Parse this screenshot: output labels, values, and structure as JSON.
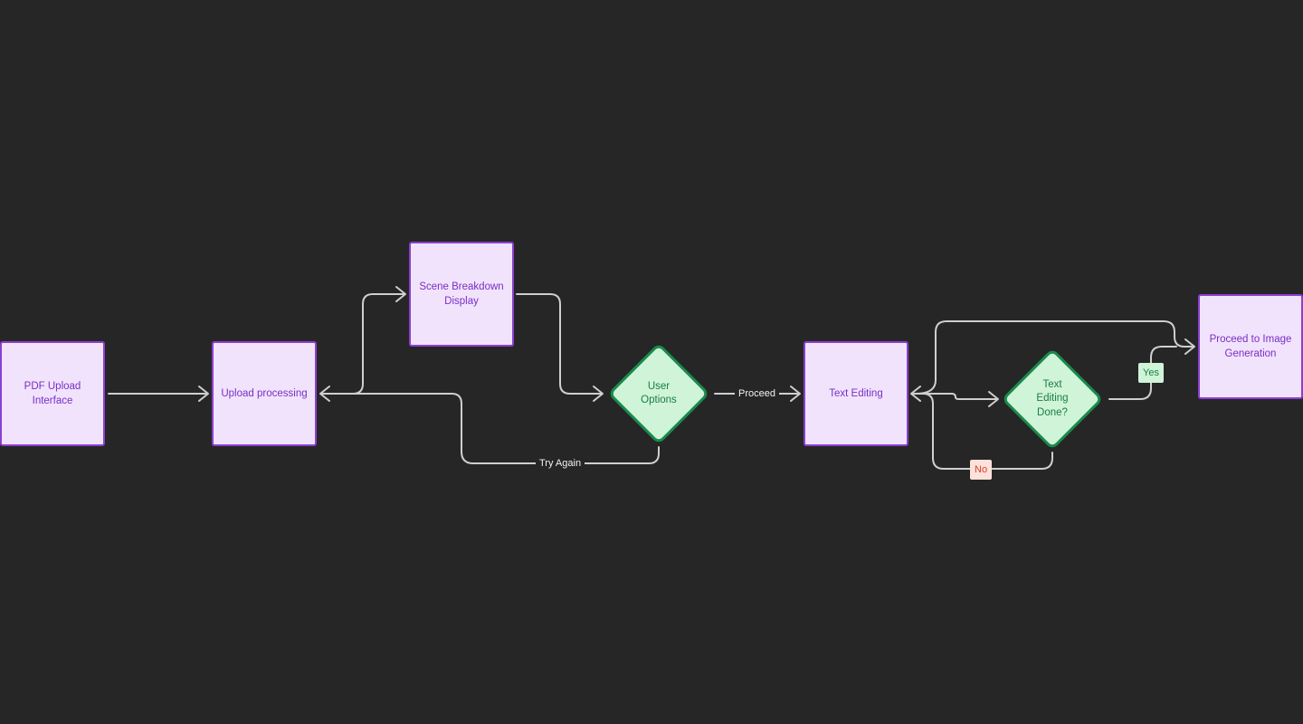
{
  "diagram": {
    "nodes": {
      "pdf_upload": {
        "label": "PDF Upload Interface",
        "shape": "process"
      },
      "upload_processing": {
        "label": "Upload processing",
        "shape": "process"
      },
      "scene_breakdown": {
        "label": "Scene Breakdown Display",
        "shape": "process"
      },
      "user_options": {
        "label": "User\nOptions",
        "shape": "decision"
      },
      "text_editing": {
        "label": "Text Editing",
        "shape": "process"
      },
      "text_editing_done": {
        "label": "Text\nEditing\nDone?",
        "shape": "decision"
      },
      "proceed_image": {
        "label": "Proceed to Image Generation",
        "shape": "process"
      }
    },
    "edges": {
      "proceed": "Proceed",
      "try_again": "Try Again",
      "yes": "Yes",
      "no": "No"
    },
    "colors": {
      "background": "#262626",
      "process_fill": "#f1e3fc",
      "process_border": "#8b3fd1",
      "process_text": "#7a2fc6",
      "decision_fill": "#cff4d8",
      "decision_border": "#1a8a4c",
      "decision_text": "#1b7d44",
      "connector": "#cfcfcf",
      "no_fill": "#fde1db",
      "no_text": "#d2432a"
    }
  }
}
